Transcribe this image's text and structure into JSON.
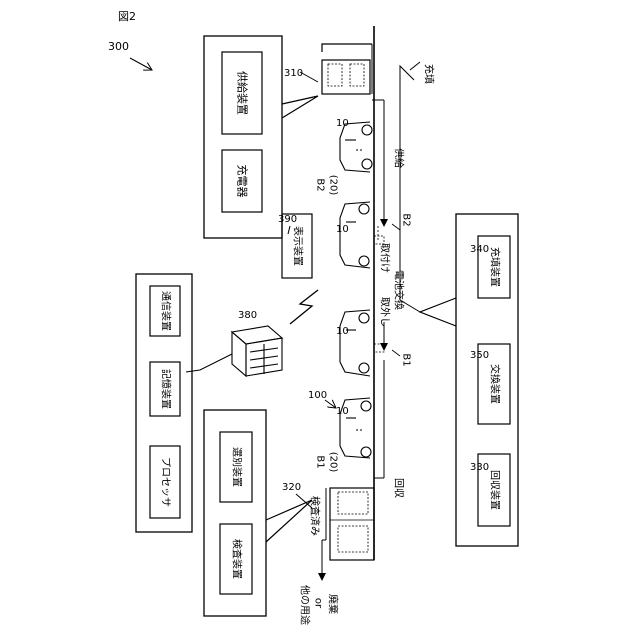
{
  "figure_label": "図2",
  "system_ref": "300",
  "ref": {
    "supply": "310",
    "inspection": "320",
    "collection": "330",
    "charge": "340",
    "exchange": "350",
    "server": "380",
    "display": "390",
    "vehicle": "100",
    "ten": "10",
    "b1": "B1",
    "b2": "B2",
    "twenty": "(20)"
  },
  "labels": {
    "supply_device": "供給装置",
    "charger": "充電器",
    "display_device": "表示装置",
    "communication_device": "通信装置",
    "storage_device": "記憶装置",
    "processor": "プロセッサ",
    "sorting_device": "選別装置",
    "inspection_device": "検査装置",
    "charge_device": "充填装置",
    "exchange_device": "交換装置",
    "collection_device": "回収装置",
    "inspected": "検査済み",
    "other_use": "他の用途",
    "or": "or",
    "disposal": "廃棄",
    "fill": "充填",
    "supply": "供給",
    "remove": "取外し",
    "attach": "取付け",
    "battery_exchange": "電池交換",
    "collect": "回収"
  }
}
